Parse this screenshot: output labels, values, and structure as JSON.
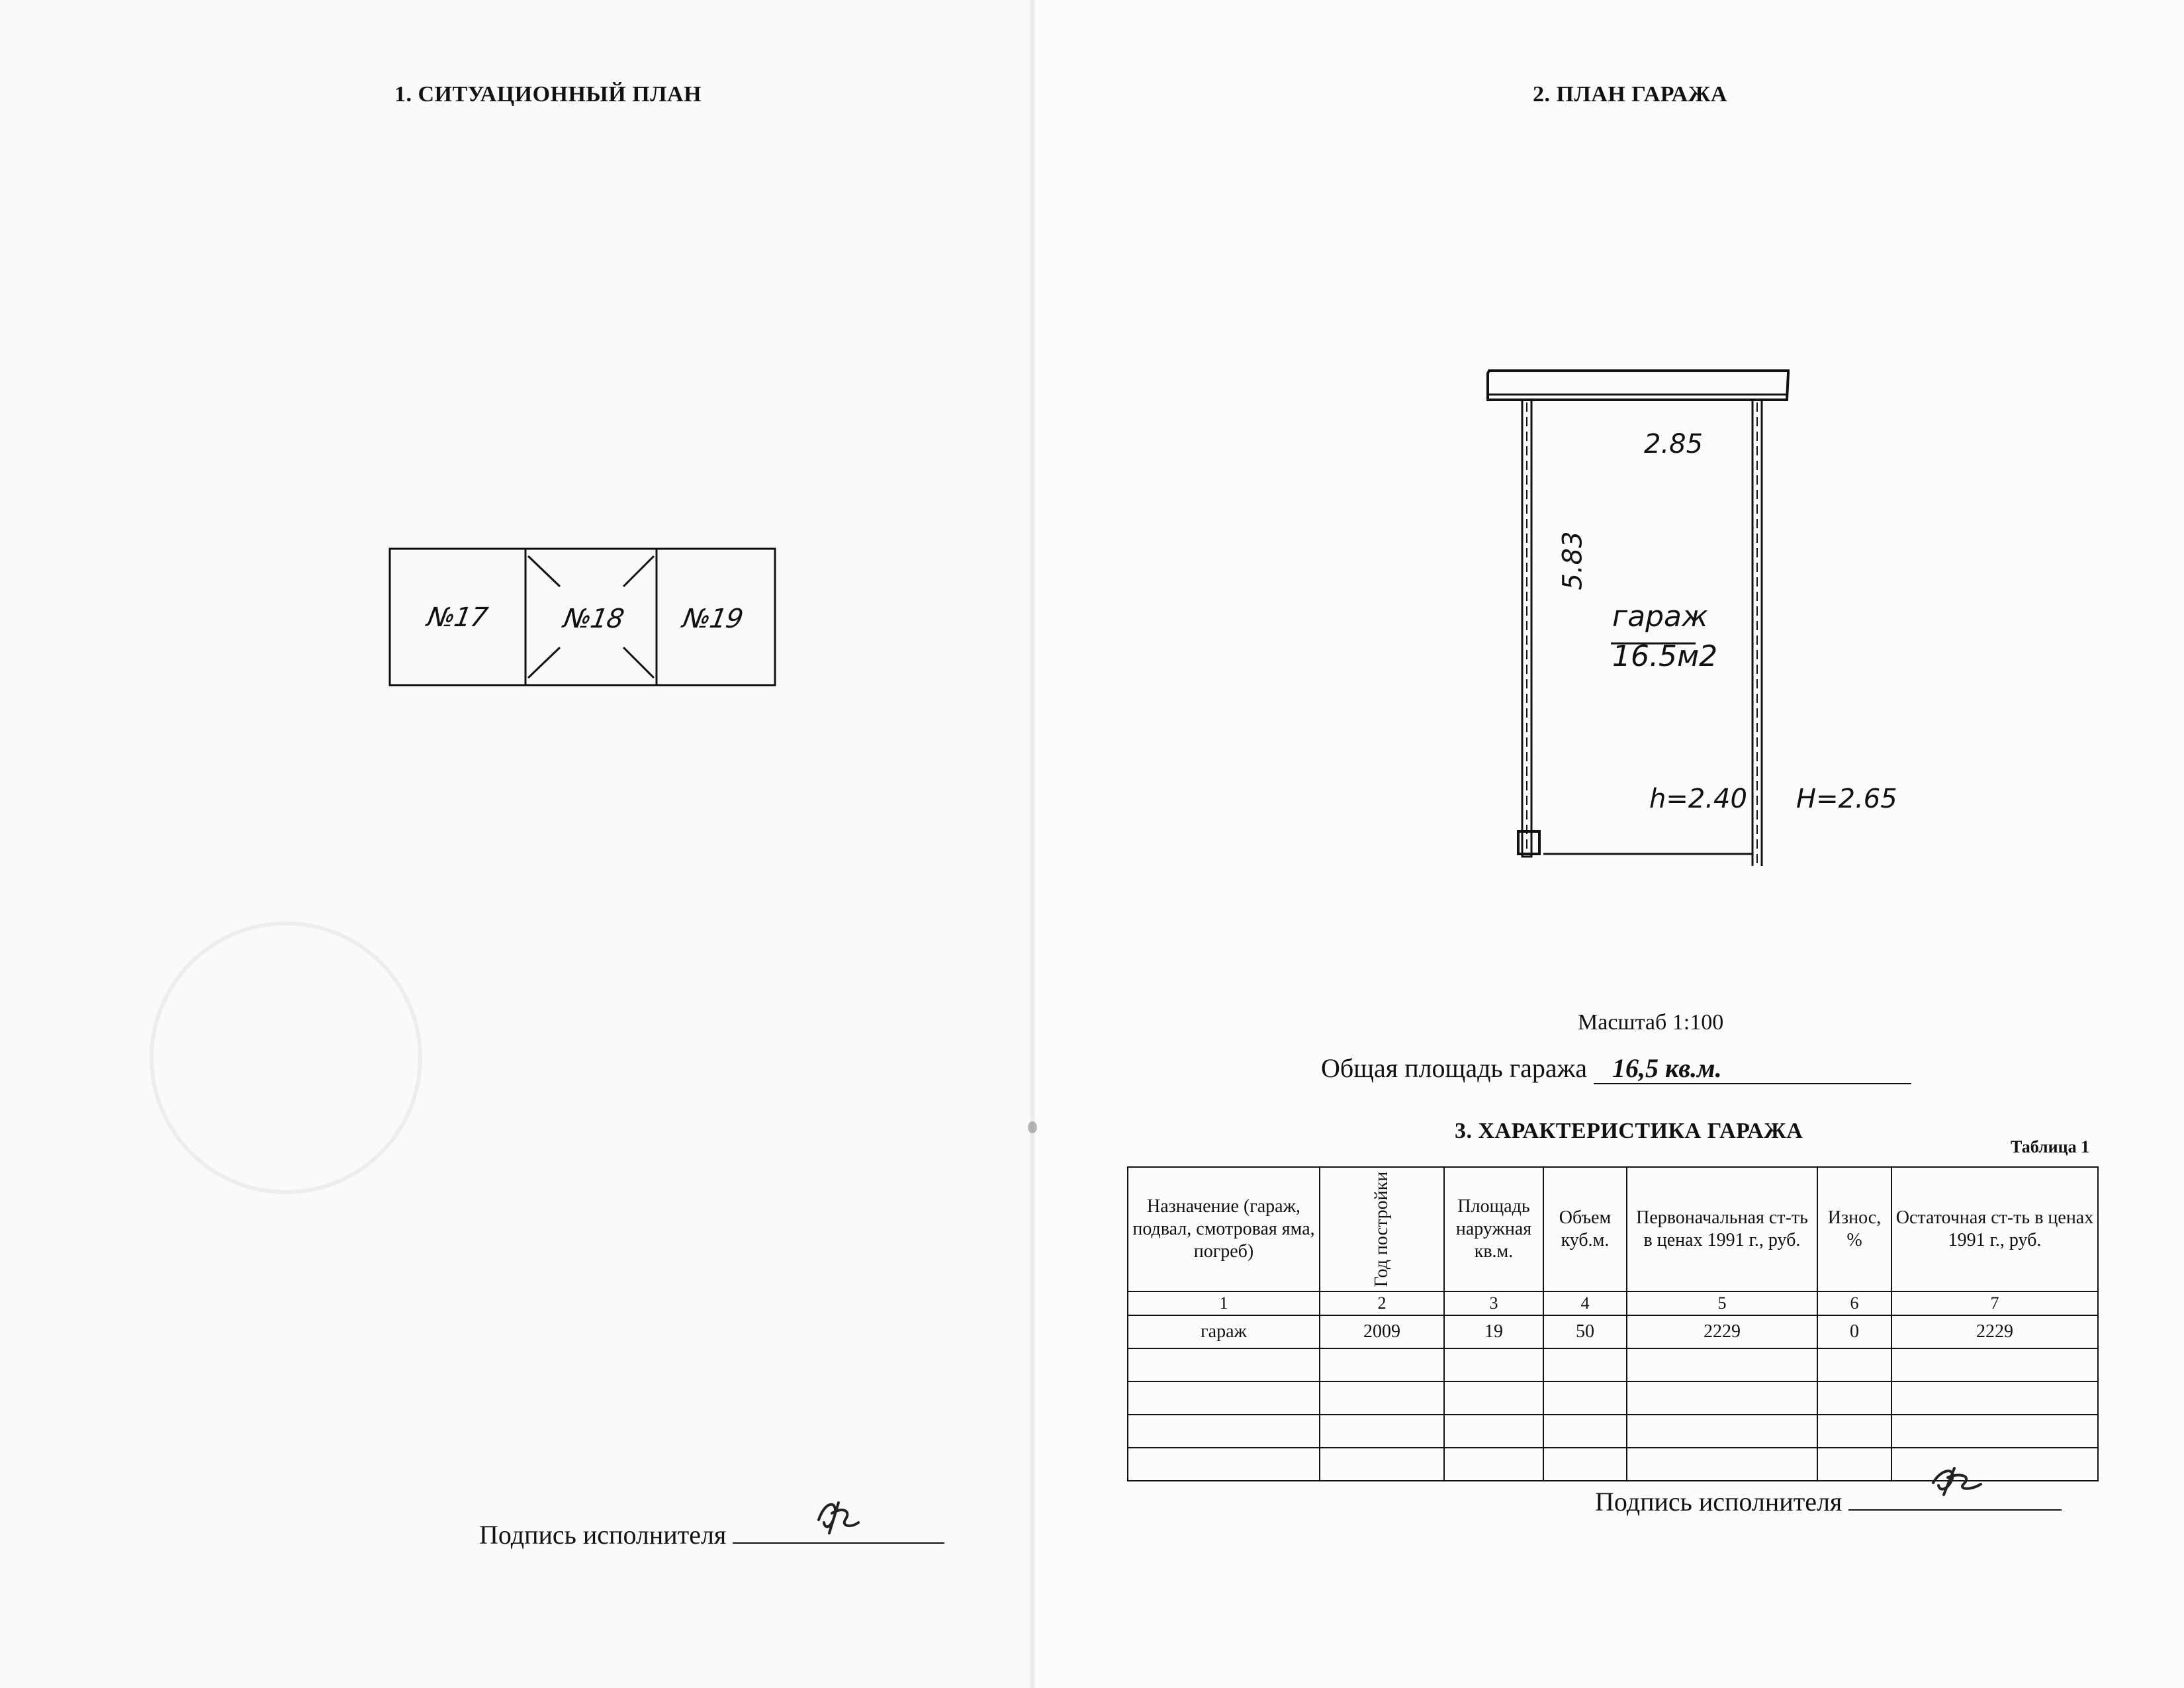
{
  "left_page": {
    "section_title": "1. СИТУАЦИОННЫЙ ПЛАН",
    "plots": [
      "№17",
      "№18",
      "№19"
    ],
    "signature_label": "Подпись исполнителя"
  },
  "right_page": {
    "section_title": "2. ПЛАН  ГАРАЖА",
    "plan": {
      "width_dim": "2.85",
      "length_dim": "5.83",
      "room_name": "гараж",
      "room_area": "16.5м2",
      "inner_height": "h=2.40",
      "outer_height": "H=2.65"
    },
    "scale": "Масштаб 1:100",
    "total_area_label": "Общая площадь гаража",
    "total_area_value": "16,5 кв.м.",
    "table_section_title": "3. ХАРАКТЕРИСТИКА ГАРАЖА",
    "table_number": "Таблица 1",
    "table": {
      "headers": [
        "Назначение (гараж, подвал, смотровая яма, погреб)",
        "Год постройки",
        "Площадь наружная кв.м.",
        "Объем куб.м.",
        "Первоначальная ст-ть в ценах 1991 г., руб.",
        "Износ, %",
        "Остаточная ст-ть в ценах 1991 г., руб."
      ],
      "column_numbers": [
        "1",
        "2",
        "3",
        "4",
        "5",
        "6",
        "7"
      ],
      "rows": [
        [
          "гараж",
          "2009",
          "19",
          "50",
          "2229",
          "0",
          "2229"
        ]
      ]
    },
    "signature_label": "Подпись исполнителя"
  }
}
